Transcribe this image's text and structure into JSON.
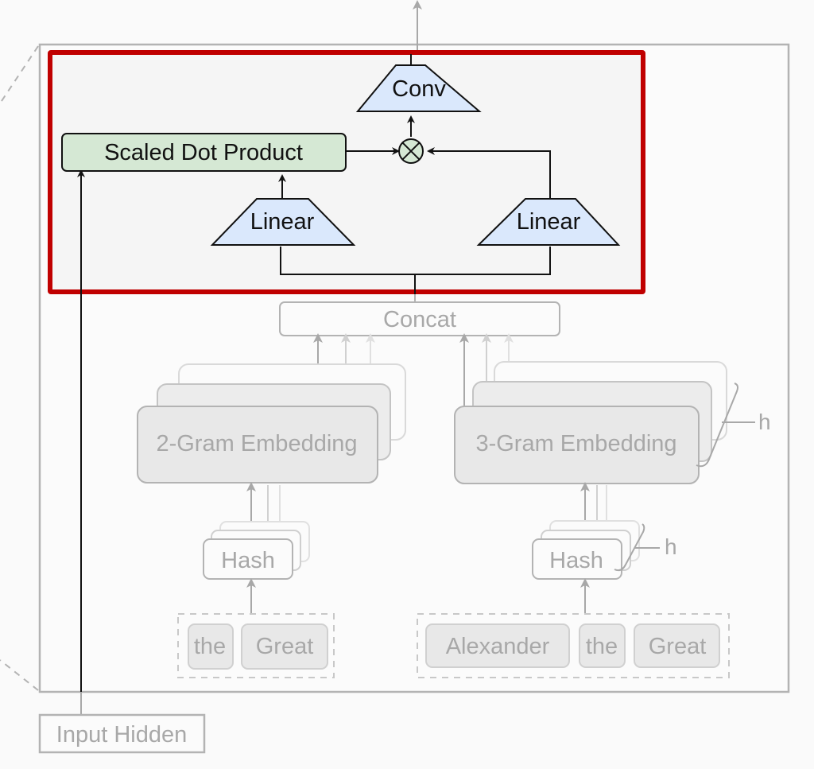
{
  "diagram": {
    "colors": {
      "highlight_border": "#c00000",
      "highlight_bg": "#f5f5f5",
      "trapezoid_fill": "#dae8fc",
      "green_fill": "#d5e8d4",
      "faded_stroke": "#b3b3b3",
      "faded_fill": "#e8e8e8",
      "dark_stroke": "#111111"
    },
    "highlighted_block": {
      "conv_label": "Conv",
      "scaled_dot_product_label": "Scaled Dot Product",
      "linear_left_label": "Linear",
      "linear_right_label": "Linear",
      "multiply_symbol": "otimes"
    },
    "concat_label": "Concat",
    "branches": [
      {
        "embedding_label": "2-Gram Embedding",
        "hash_label": "Hash",
        "tokens": [
          "the",
          "Great"
        ]
      },
      {
        "embedding_label": "3-Gram Embedding",
        "hash_label": "Hash",
        "tokens": [
          "Alexander",
          "the",
          "Great"
        ],
        "embedding_heads_label": "h",
        "hash_heads_label": "h"
      }
    ],
    "input_label": "Input Hidden"
  }
}
